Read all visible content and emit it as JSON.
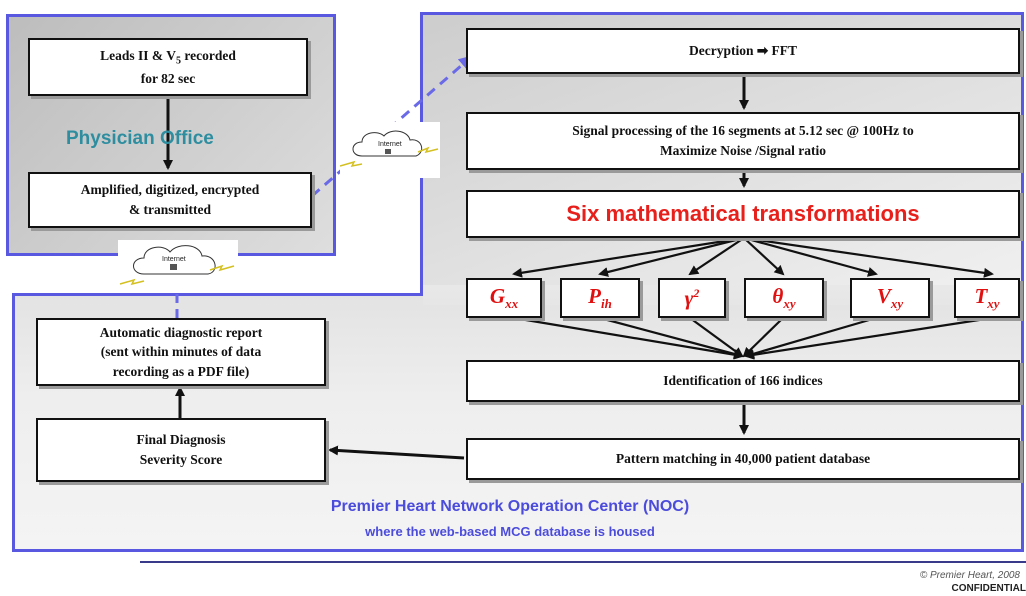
{
  "office": {
    "label": "Physician Office",
    "box_leads": "Leads II & V5 recorded for 82 sec",
    "box_leads_line1_a": "Leads II & V",
    "box_leads_line1_sub": "5",
    "box_leads_line1_b": " recorded",
    "box_leads_line2": "for 82 sec",
    "box_amplified_line1": "Amplified, digitized, encrypted",
    "box_amplified_line2": "& transmitted"
  },
  "clouds": [
    {
      "label": "Internet"
    },
    {
      "label": "Internet"
    }
  ],
  "noc": {
    "box_decryption_a": "Decryption",
    "box_decryption_arrow": "➡",
    "box_decryption_b": "FFT",
    "box_signal_line1": "Signal processing of the 16 segments at 5.12 sec  @ 100Hz to",
    "box_signal_line2": "Maximize Noise /Signal ratio",
    "headline": "Six mathematical transformations",
    "transforms": [
      {
        "base": "G",
        "sub": "xx",
        "sup": ""
      },
      {
        "base": "P",
        "sub": "ih",
        "sup": ""
      },
      {
        "base": "γ",
        "sub": "",
        "sup": "2"
      },
      {
        "base": "θ",
        "sub": "xy",
        "sup": ""
      },
      {
        "base": "V",
        "sub": "xy",
        "sup": ""
      },
      {
        "base": "T",
        "sub": "xy",
        "sup": ""
      }
    ],
    "box_identification": "Identification of 166 indices",
    "box_pattern": "Pattern matching in 40,000 patient database",
    "box_final_line1": "Final Diagnosis",
    "box_final_line2": "Severity Score",
    "box_report_line1": "Automatic diagnostic report",
    "box_report_line2": "(sent within minutes of  data",
    "box_report_line3": "recording as a PDF file)",
    "label_line1": "Premier Heart Network Operation Center (NOC)",
    "label_line2": "where the web-based MCG database is housed"
  },
  "footer": {
    "copyright": "© Premier Heart, 2008",
    "confidential": "CONFIDENTIAL"
  },
  "colors": {
    "panel_border": "#5858e0",
    "office_label": "#2e8ea0",
    "noc_label": "#4b4bdc",
    "headline": "#e8201c",
    "transform_text": "#e01010"
  }
}
